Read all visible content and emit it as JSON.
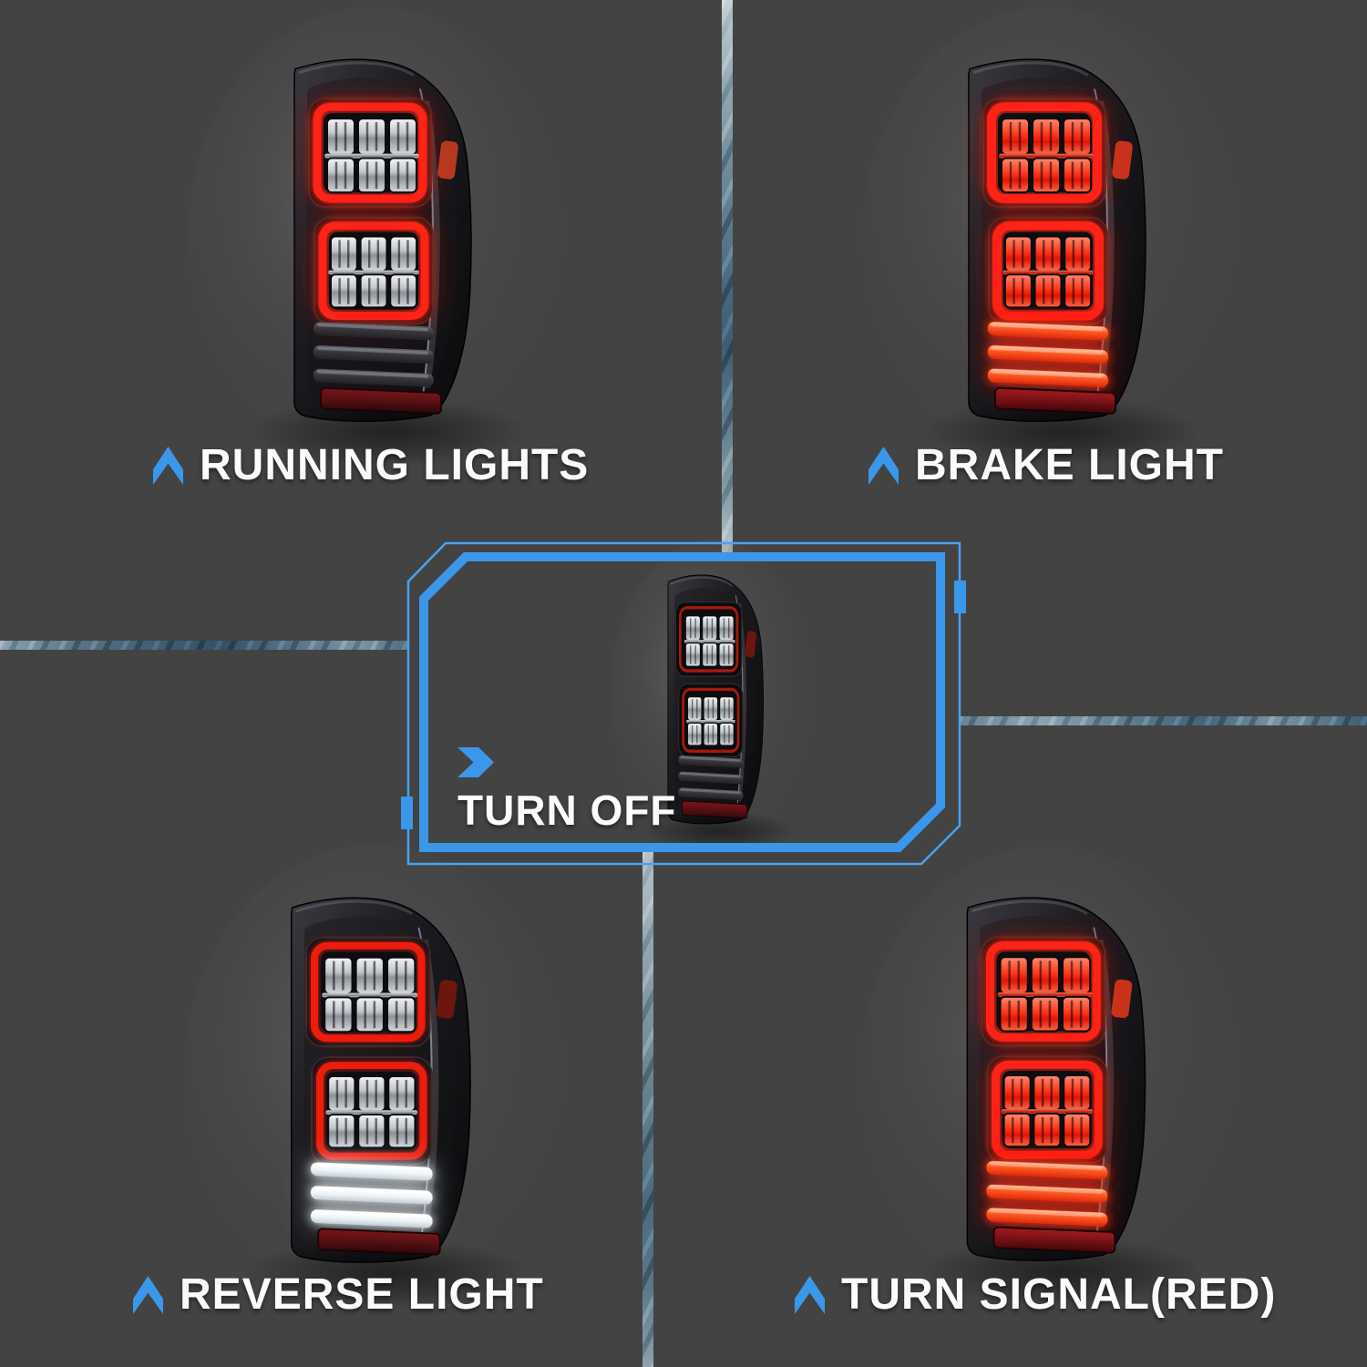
{
  "image_title": "Chevrolet Silverado LED tail light functions demo",
  "colors": {
    "background": "#434343",
    "accent_blue": "#3b97ea",
    "frame_thin_blue": "#4aa2f0",
    "text_white": "#fbfbfb",
    "glow_red": "#ff2d18",
    "glow_white": "#f4fbff"
  },
  "labels": {
    "top_left": "RUNNING LIGHTS",
    "top_right": "BRAKE LIGHT",
    "center": "TURN OFF",
    "bottom_left": "REVERSE LIGHT",
    "bottom_right": "TURN SIGNAL(RED)"
  },
  "icons": {
    "label_arrow": "chevron-up-icon",
    "center_arrow": "chevron-right-icon"
  },
  "lights": [
    {
      "name": "taillight-running-lights",
      "position": "top-left",
      "mode": "running",
      "caption": "RUNNING LIGHTS"
    },
    {
      "name": "taillight-brake-light",
      "position": "top-right",
      "mode": "brake",
      "caption": "BRAKE LIGHT"
    },
    {
      "name": "taillight-turn-off",
      "position": "center",
      "mode": "off",
      "caption": "TURN OFF"
    },
    {
      "name": "taillight-reverse-light",
      "position": "bottom-left",
      "mode": "reverse",
      "caption": "REVERSE LIGHT"
    },
    {
      "name": "taillight-turn-signal-red",
      "position": "bottom-right",
      "mode": "turn-red",
      "caption": "TURN SIGNAL(RED)"
    }
  ]
}
